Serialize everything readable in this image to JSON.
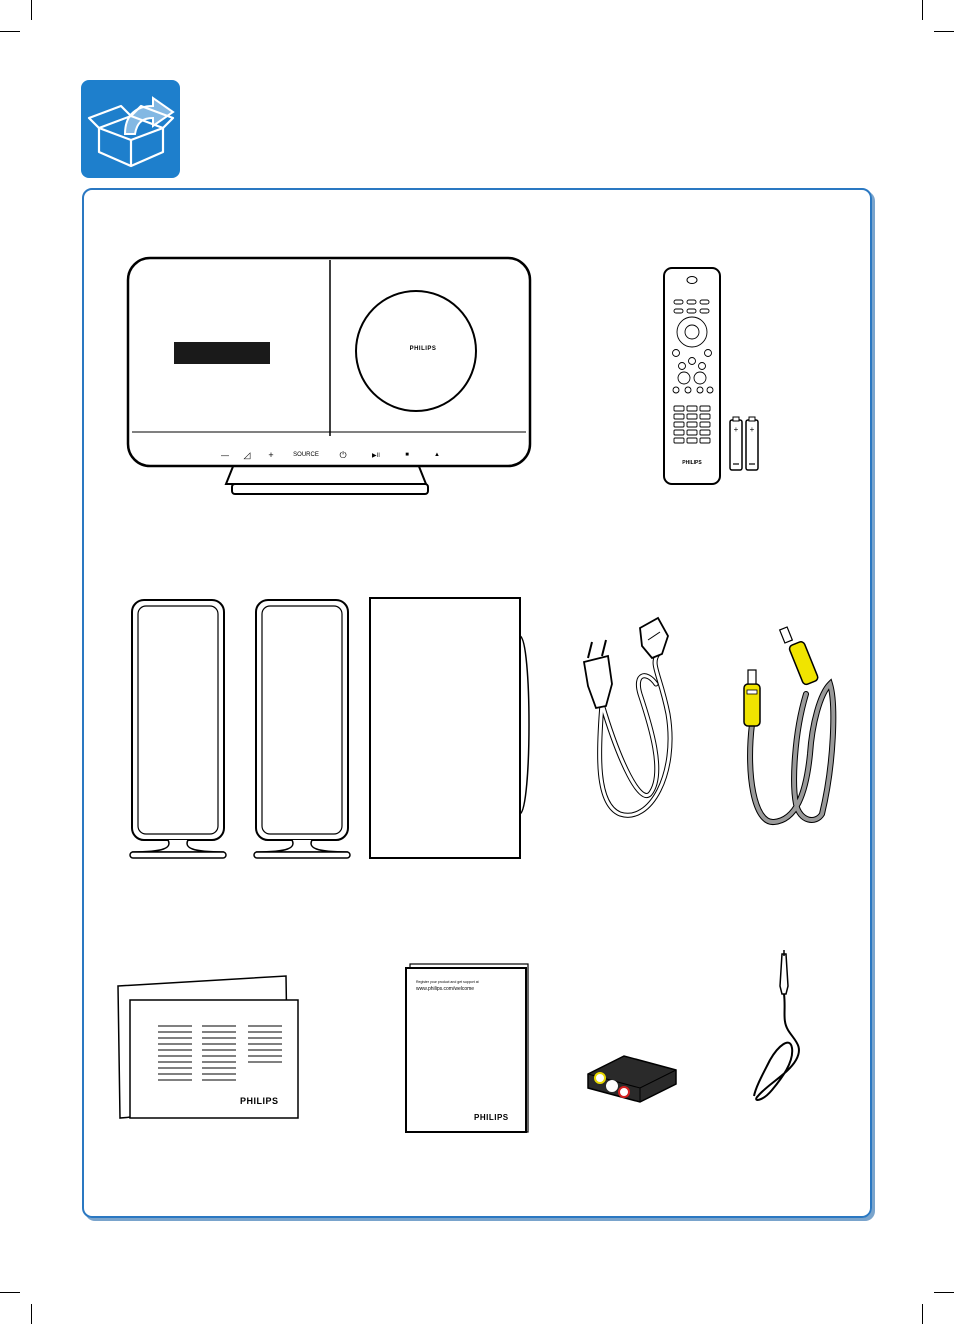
{
  "icons": {
    "header": "unpack-box-icon"
  },
  "colors": {
    "accent": "#1e7fcc",
    "panel_border": "#2a78c2",
    "rca_yellow": "#f0e400",
    "cable_gray": "#9a9a9a"
  },
  "main_unit": {
    "brand": "PHILIPS",
    "controls": [
      "—",
      "◿",
      "+",
      "SOURCE",
      "⏻",
      "▶II",
      "■",
      "▲"
    ]
  },
  "remote": {
    "brand": "PHILIPS"
  },
  "quick_start": {
    "brand": "PHILIPS"
  },
  "user_manual": {
    "register_text": "Register your product and get support at",
    "url": "www.philips.com/welcome",
    "brand": "PHILIPS"
  }
}
